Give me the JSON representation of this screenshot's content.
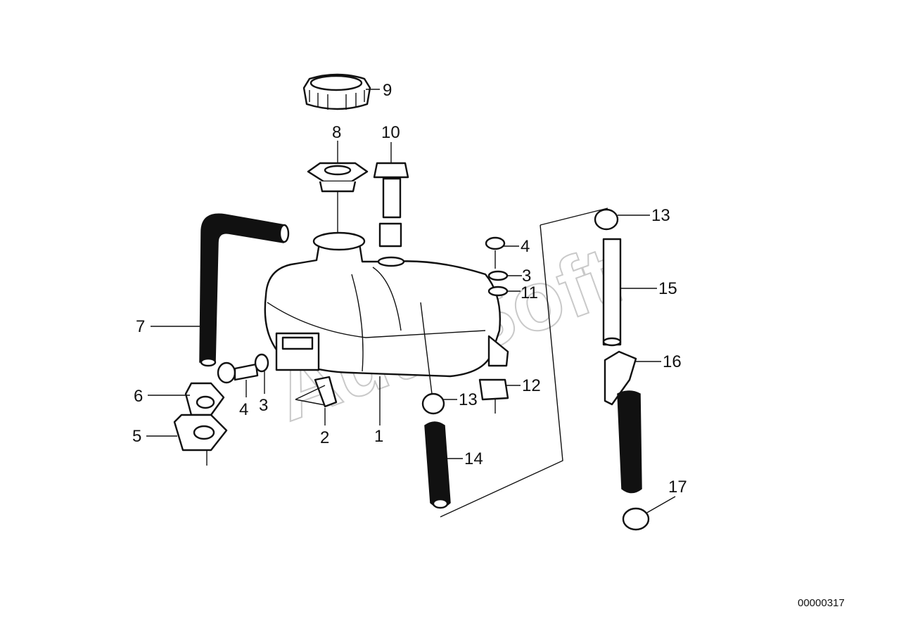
{
  "diagram": {
    "reference_number": "00000317",
    "watermark": "AutoSoft",
    "callouts": [
      "1",
      "2",
      "3",
      "3",
      "4",
      "4",
      "5",
      "6",
      "7",
      "8",
      "9",
      "10",
      "11",
      "12",
      "13",
      "13",
      "14",
      "15",
      "16",
      "17"
    ]
  }
}
